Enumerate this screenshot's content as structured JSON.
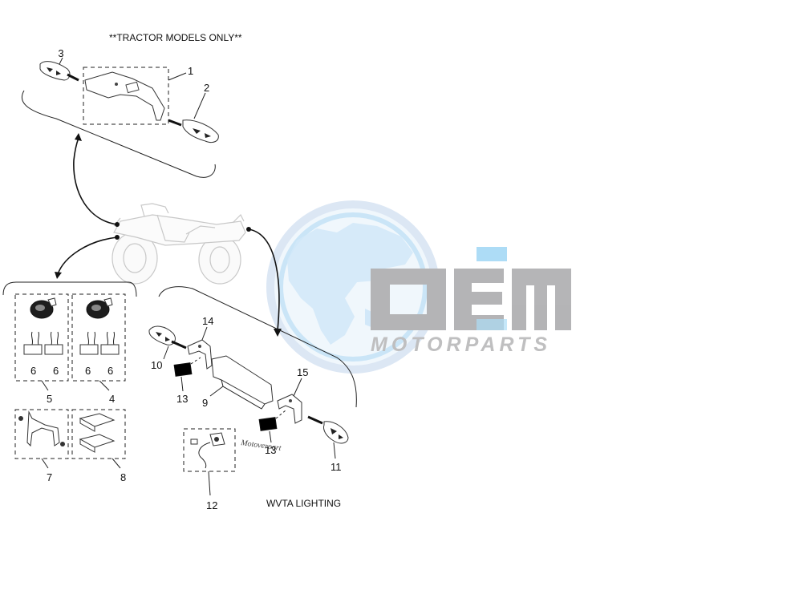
{
  "diagram": {
    "header_note": "**TRACTOR MODELS ONLY**",
    "section_caption": "WVTA LIGHTING",
    "callouts": [
      "1",
      "2",
      "3",
      "4",
      "5",
      "6",
      "6",
      "6",
      "6",
      "7",
      "8",
      "9",
      "10",
      "11",
      "12",
      "13",
      "13",
      "14",
      "15"
    ],
    "watermark": {
      "brand": "OEM",
      "sub": "MOTORPARTS",
      "colors": {
        "globe_land": "#cfe6f8",
        "globe_ring": "#8ec9ee",
        "globe_rim": "#dbe4f4",
        "letters": "#a9a9ab",
        "accent": "#9fd7f5"
      }
    },
    "stamp_text": "Motoverpart"
  }
}
